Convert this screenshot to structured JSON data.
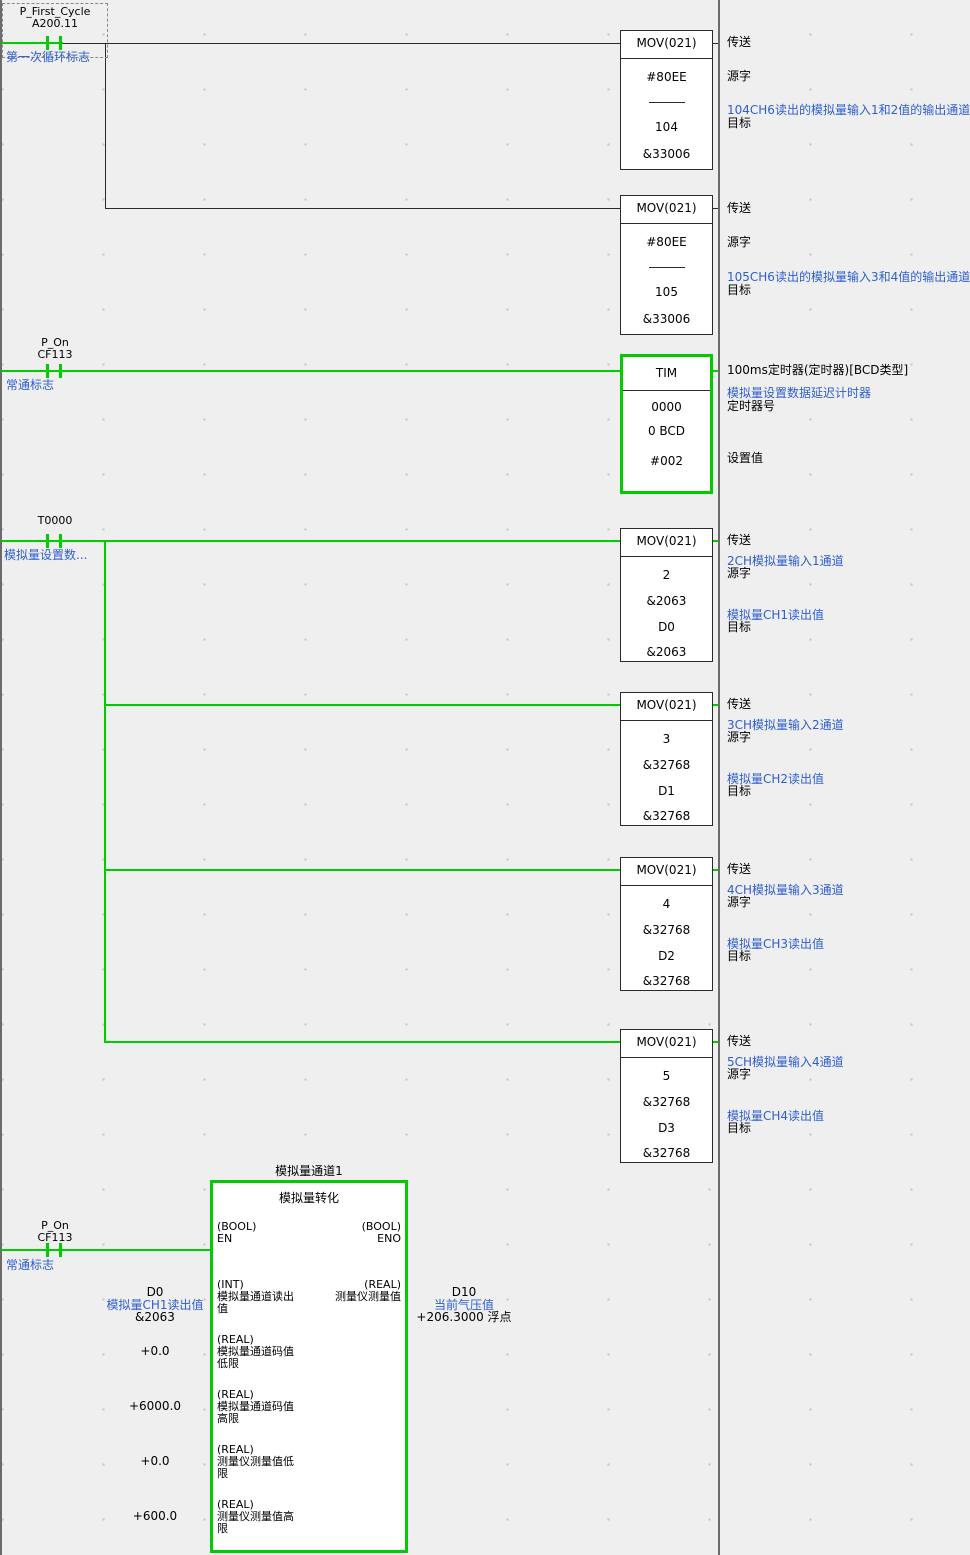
{
  "colors": {
    "highlight_green": "#00cc00",
    "comment_blue": "#2e5ed2",
    "background": "#efefef"
  },
  "rung1": {
    "contact": {
      "name": "P_First_Cycle",
      "address": "A200.11",
      "comment": "第一次循环标志"
    },
    "mov1": {
      "title": "MOV(021)",
      "operand1": "#80EE",
      "operand2": "104",
      "operand2_value": "&33006",
      "comments": {
        "c1": "传送",
        "c2": "源字",
        "c3": "104CH6读出的模拟量输入1和2值的输出通道",
        "c4": "目标"
      }
    },
    "mov2": {
      "title": "MOV(021)",
      "operand1": "#80EE",
      "operand2": "105",
      "operand2_value": "&33006",
      "comments": {
        "c1": "传送",
        "c2": "源字",
        "c3": "105CH6读出的模拟量输入3和4值的输出通道",
        "c4": "目标"
      }
    }
  },
  "rung2": {
    "contact": {
      "name": "P_On",
      "address": "CF113",
      "comment": "常通标志"
    },
    "tim": {
      "title": "TIM",
      "timer_no": "0000",
      "current_value": "0 BCD",
      "set_value": "#002",
      "comments": {
        "c1": "100ms定时器(定时器)[BCD类型]",
        "c2": "模拟量设置数据延迟计时器",
        "c3": "定时器号",
        "c4": "设置值"
      }
    }
  },
  "rung3": {
    "contact": {
      "name": "T0000",
      "comment": "模拟量设置数..."
    },
    "movs": [
      {
        "title": "MOV(021)",
        "src": "2",
        "src_value": "&2063",
        "dst": "D0",
        "dst_value": "&2063",
        "comments": {
          "c1": "传送",
          "c2": "2CH模拟量输入1通道",
          "c3": "源字",
          "c4": "模拟量CH1读出值",
          "c5": "目标"
        }
      },
      {
        "title": "MOV(021)",
        "src": "3",
        "src_value": "&32768",
        "dst": "D1",
        "dst_value": "&32768",
        "comments": {
          "c1": "传送",
          "c2": "3CH模拟量输入2通道",
          "c3": "源字",
          "c4": "模拟量CH2读出值",
          "c5": "目标"
        }
      },
      {
        "title": "MOV(021)",
        "src": "4",
        "src_value": "&32768",
        "dst": "D2",
        "dst_value": "&32768",
        "comments": {
          "c1": "传送",
          "c2": "4CH模拟量输入3通道",
          "c3": "源字",
          "c4": "模拟量CH3读出值",
          "c5": "目标"
        }
      },
      {
        "title": "MOV(021)",
        "src": "5",
        "src_value": "&32768",
        "dst": "D3",
        "dst_value": "&32768",
        "comments": {
          "c1": "传送",
          "c2": "5CH模拟量输入4通道",
          "c3": "源字",
          "c4": "模拟量CH4读出值",
          "c5": "目标"
        }
      }
    ]
  },
  "rung4": {
    "instance_label": "模拟量通道1",
    "contact": {
      "name": "P_On",
      "address": "CF113",
      "comment": "常通标志"
    },
    "fb": {
      "title": "模拟量转化",
      "en_type": "(BOOL)",
      "en": "EN",
      "eno_type": "(BOOL)",
      "eno": "ENO",
      "in1_type": "(INT)",
      "in1": "模拟量通道读出值",
      "out1_type": "(REAL)",
      "out1": "测量仪测量值",
      "in2_type": "(REAL)",
      "in2": "模拟量通道码值低限",
      "in3_type": "(REAL)",
      "in3": "模拟量通道码值高限",
      "in4_type": "(REAL)",
      "in4": "测量仪测量值低限",
      "in5_type": "(REAL)",
      "in5": "测量仪测量值高限"
    },
    "params": {
      "in1_name": "D0",
      "in1_comment": "模拟量CH1读出值",
      "in1_value": "&2063",
      "in2_value": "+0.0",
      "in3_value": "+6000.0",
      "in4_value": "+0.0",
      "in5_value": "+600.0",
      "out1_name": "D10",
      "out1_comment": "当前气压值",
      "out1_value": "+206.3000 浮点"
    }
  }
}
